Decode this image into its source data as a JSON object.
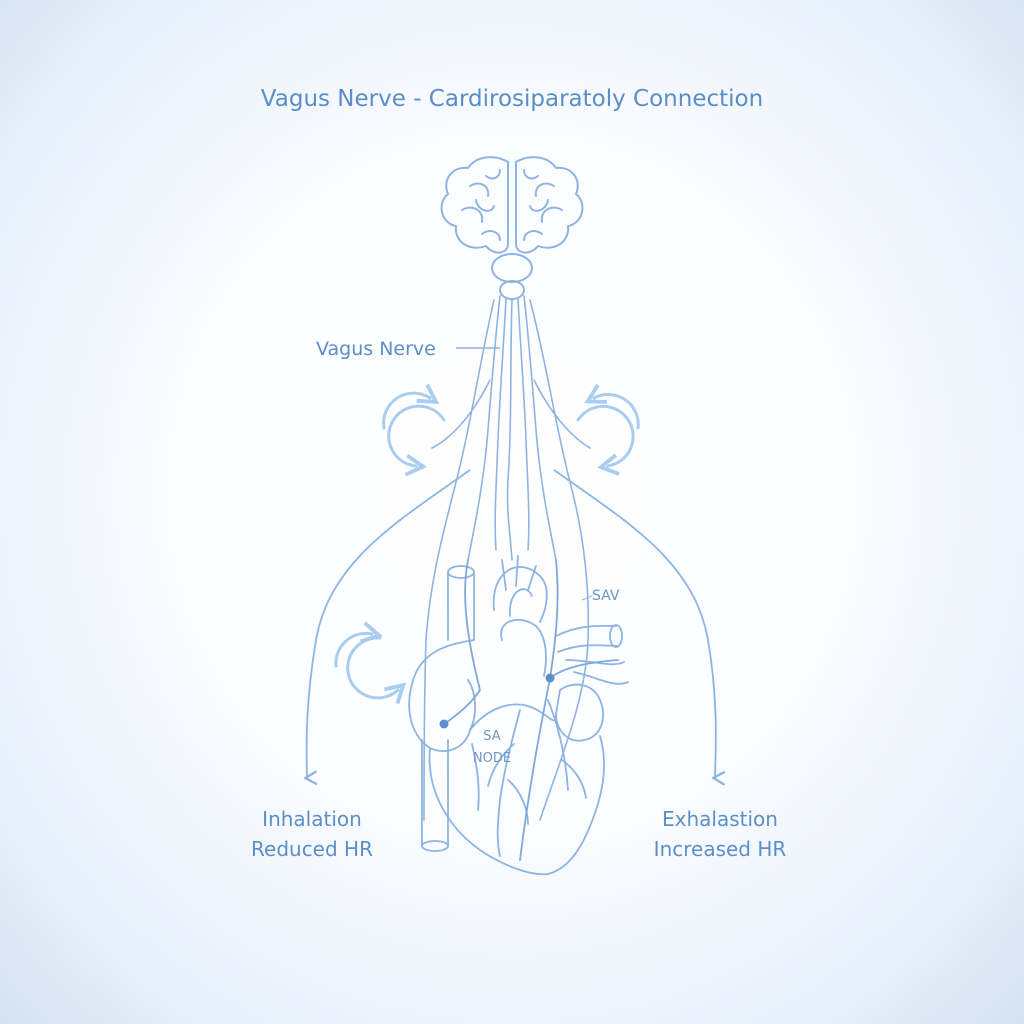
{
  "title": "Vagus Nerve - Cardirosiparatoly Connection",
  "labels": {
    "vagus_nerve": "Vagus Nerve",
    "sav": "SAV",
    "sa_node_line1": "SA",
    "sa_node_line2": "NODE",
    "left_line1": "Inhalation",
    "left_line2": "Reduced HR",
    "right_line1": "Exhalastion",
    "right_line2": "Increased HR"
  },
  "icons": [
    "brain-icon",
    "heart-icon",
    "cycle-arrow-icon"
  ],
  "colors": {
    "line": "#8db4e2",
    "text": "#5b8fc9",
    "cycle": "#a9cdf0",
    "node": "#5b8fc9"
  }
}
